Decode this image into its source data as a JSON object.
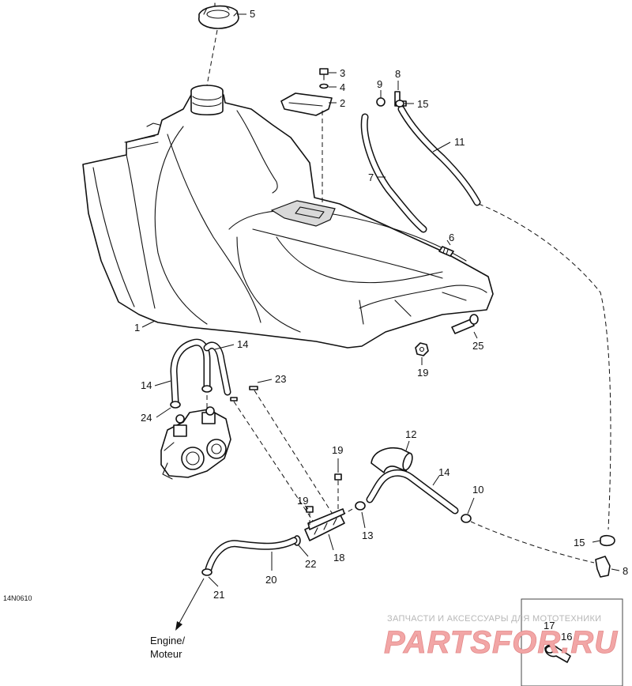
{
  "diagram_code": "14N0610",
  "engine_label_line1": "Engine/",
  "engine_label_line2": "Moteur",
  "callouts": {
    "c1": "1",
    "c2": "2",
    "c3": "3",
    "c4": "4",
    "c5": "5",
    "c6": "6",
    "c7": "7",
    "c8_top": "8",
    "c8_bottom": "8",
    "c9": "9",
    "c10": "10",
    "c11": "11",
    "c12": "12",
    "c13": "13",
    "c14_top": "14",
    "c14_left": "14",
    "c14_right": "14",
    "c15_top": "15",
    "c15_bottom": "15",
    "c16": "16",
    "c17": "17",
    "c18": "18",
    "c19_top": "19",
    "c19_mid": "19",
    "c19_low": "19",
    "c20": "20",
    "c21": "21",
    "c22": "22",
    "c23": "23",
    "c24": "24",
    "c25": "25"
  },
  "watermark": {
    "tagline": "ЗАПЧАСТИ И АКСЕССУАРЫ ДЛЯ МОТОТЕХНИКИ",
    "logo": "PARTSFOR.RU"
  },
  "colors": {
    "line": "#111111",
    "watermark": "#f2a6a6"
  }
}
